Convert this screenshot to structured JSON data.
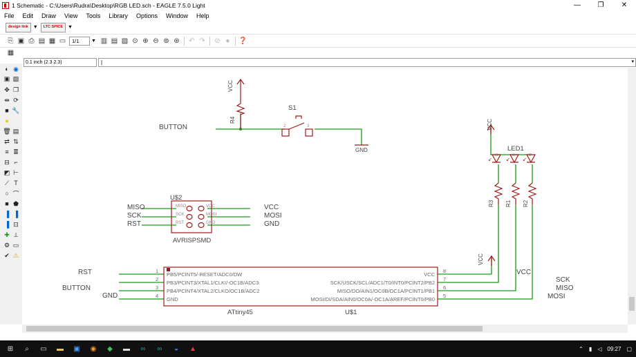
{
  "window": {
    "title": "1 Schematic - C:\\Users\\Rudra\\Desktop\\RGB LED.sch - EAGLE 7.5.0 Light",
    "minimize": "—",
    "maximize": "❐",
    "close": "✕"
  },
  "menu": [
    "File",
    "Edit",
    "Draw",
    "View",
    "Tools",
    "Library",
    "Options",
    "Window",
    "Help"
  ],
  "toolbar": {
    "badge1": "design link",
    "badge2": "LTC SPICE",
    "sheet": "1/1"
  },
  "command": {
    "coord_readout": "0.1 inch (2.3 2.3)",
    "input_value": "|"
  },
  "schematic": {
    "switch": {
      "name": "S1",
      "pin2": "2",
      "pin3": "3"
    },
    "resistors": {
      "r4": "R4",
      "r1": "R1",
      "r2": "R2",
      "r3": "R3"
    },
    "led": {
      "name": "LED1",
      "r": "R",
      "b": "B",
      "g": "G"
    },
    "header": {
      "name": "U$2",
      "value": "AVRISPSMD",
      "pins_left": [
        "MISO",
        "SCK",
        "RST"
      ],
      "pins_right": [
        "VCC",
        "MOSI",
        "GND"
      ]
    },
    "mcu": {
      "name": "U$1",
      "value": "ATtiny45",
      "left_pins": [
        {
          "num": "1",
          "label": "PB5/PCINT5/-RESET/ADC0/DW"
        },
        {
          "num": "2",
          "label": "PB3/PCINT3/XTAL1/CLKI/-OC1B/ADC3"
        },
        {
          "num": "3",
          "label": "PB4/PCINT4/XTAL2/CLKO/OC1B/ADC2"
        },
        {
          "num": "4",
          "label": "GND"
        }
      ],
      "right_pins": [
        {
          "num": "8",
          "label": "VCC"
        },
        {
          "num": "7",
          "label": "SCK/USCK/SCL/ADC1/T0/INT0/PCINT2/PB2"
        },
        {
          "num": "6",
          "label": "MISO/DO/AIN1/OC0B/OC1A/PCINT1/PB1"
        },
        {
          "num": "5",
          "label": "MOSI/DI/SDA/AIN0/OC0A/-OC1A/AREF/PCINT0/PB0"
        }
      ]
    },
    "net_labels": {
      "button": "BUTTON",
      "vcc": "VCC",
      "gnd": "GND",
      "miso": "MISO",
      "sck": "SCK",
      "rst": "RST",
      "mosi": "MOSI"
    }
  },
  "taskbar": {
    "time": "09:27"
  },
  "colors": {
    "wire": "#1a9a1a",
    "symbol": "#a01818",
    "text": "#555555",
    "label": "#444444"
  }
}
